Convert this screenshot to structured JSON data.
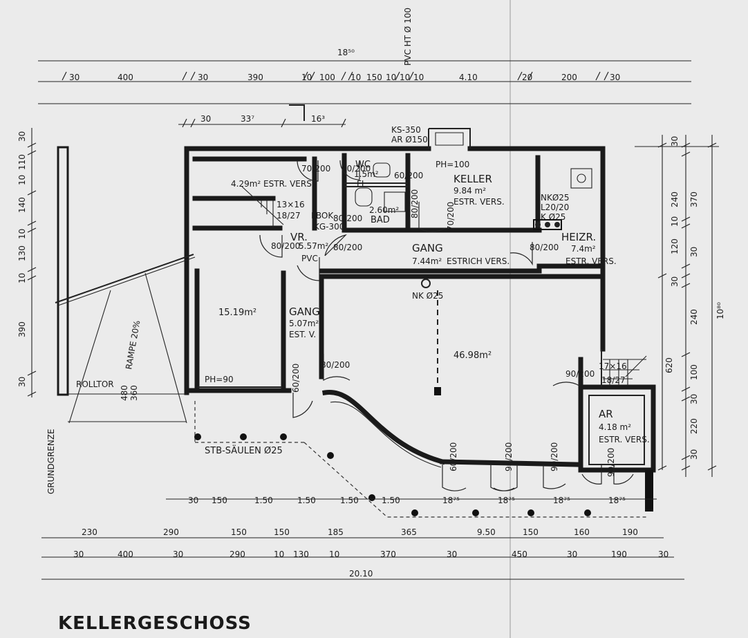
{
  "title": "KELLERGESCHOSS",
  "dimensions": {
    "top_total": "18⁵⁰",
    "top_row": [
      "30",
      "400",
      "30",
      "390",
      "10",
      "100",
      "10",
      "150",
      "10",
      "10",
      "10",
      "4.10",
      "20",
      "200",
      "30"
    ],
    "top_row2": [
      "30",
      "33⁷",
      "16³"
    ],
    "bottom_row1": [
      "30",
      "150",
      "1.50",
      "1.50",
      "1.50",
      "1.50",
      "18⁷⁵",
      "18⁷⁵",
      "18⁷⁵",
      "18⁷⁵"
    ],
    "bottom_row2": [
      "230",
      "290",
      "150",
      "150",
      "185",
      "365",
      "9.50",
      "150",
      "160",
      "190"
    ],
    "bottom_row3": [
      "30",
      "400",
      "30",
      "290",
      "10",
      "130",
      "10",
      "370",
      "30",
      "450",
      "30",
      "190",
      "30"
    ],
    "bottom_total": "20.10",
    "left_col": [
      "30",
      "10",
      "110",
      "140",
      "10",
      "130",
      "10",
      "390",
      "30"
    ],
    "right_col_outer": [
      "30",
      "370",
      "10",
      "120",
      "10",
      "30",
      "240",
      "100",
      "30",
      "220",
      "30"
    ],
    "right_col_outer2": [
      "30",
      "240",
      "10",
      "120",
      "30",
      "240",
      "100",
      "30",
      "220",
      "30"
    ],
    "right_total": "10⁸⁰",
    "right_mid": "620"
  },
  "rooms": {
    "estr_top": "4.29m² ESTR. VERS.",
    "wc": "WC",
    "wc_area": "1.5m²",
    "fl": "FL",
    "bad": "BAD",
    "bad_area": "2.60m²",
    "keller": "KELLER",
    "keller_area": "9.84 m²",
    "keller_sub": "ESTR. VERS.",
    "vr": "VR.",
    "vr_area": "5.57m²",
    "vr_sub": "PVC",
    "gang_main": "GANG",
    "gang_main_area": "7.44m²",
    "gang_main_sub": "ESTRICH VERS.",
    "heizr": "HEIZR.",
    "heizr_area": "7.4m²",
    "heizr_sub": "ESTR. VERS.",
    "room_left_area": "15.19m²",
    "gang_small": "GANG",
    "gang_small_area": "5.07m²",
    "gang_small_sub": "EST. V.",
    "big_room_area": "46.98m²",
    "ar": "AR",
    "ar_area": "4.18 m²",
    "ar_sub": "ESTR. VERS."
  },
  "notes": {
    "ks": "KS-350",
    "ar_dia": "AR Ø150",
    "ph_100": "PH=100",
    "ph_90": "PH=90",
    "ks_dia_small": "KG-300",
    "fbok": "FBOK",
    "nk_25": "NK Ø25",
    "heiz_nk": "NKØ25",
    "heiz_l": "L20/20",
    "heiz_k": "K Ø25",
    "rolltor": "ROLLTOR",
    "rampe": "RAMPE 20%",
    "stb_saeulen": "STB-SÄULEN Ø25",
    "grundgrenze": "GRUNDGRENZE",
    "pvc_top": "PVC HT Ø 100",
    "stair_left": "13×16",
    "stair_left2": "18/27",
    "stair_right": "17×16",
    "stair_right2": "18/27",
    "rampe_w": "480",
    "rampe_w2": "360"
  },
  "doors": [
    "70/200",
    "70/200",
    "60/200",
    "80/200",
    "80/200",
    "80/200",
    "80/200",
    "80/200",
    "80/200",
    "90/200",
    "60/200",
    "60/200",
    "90/200",
    "90/200",
    "90/200",
    "70/200"
  ]
}
